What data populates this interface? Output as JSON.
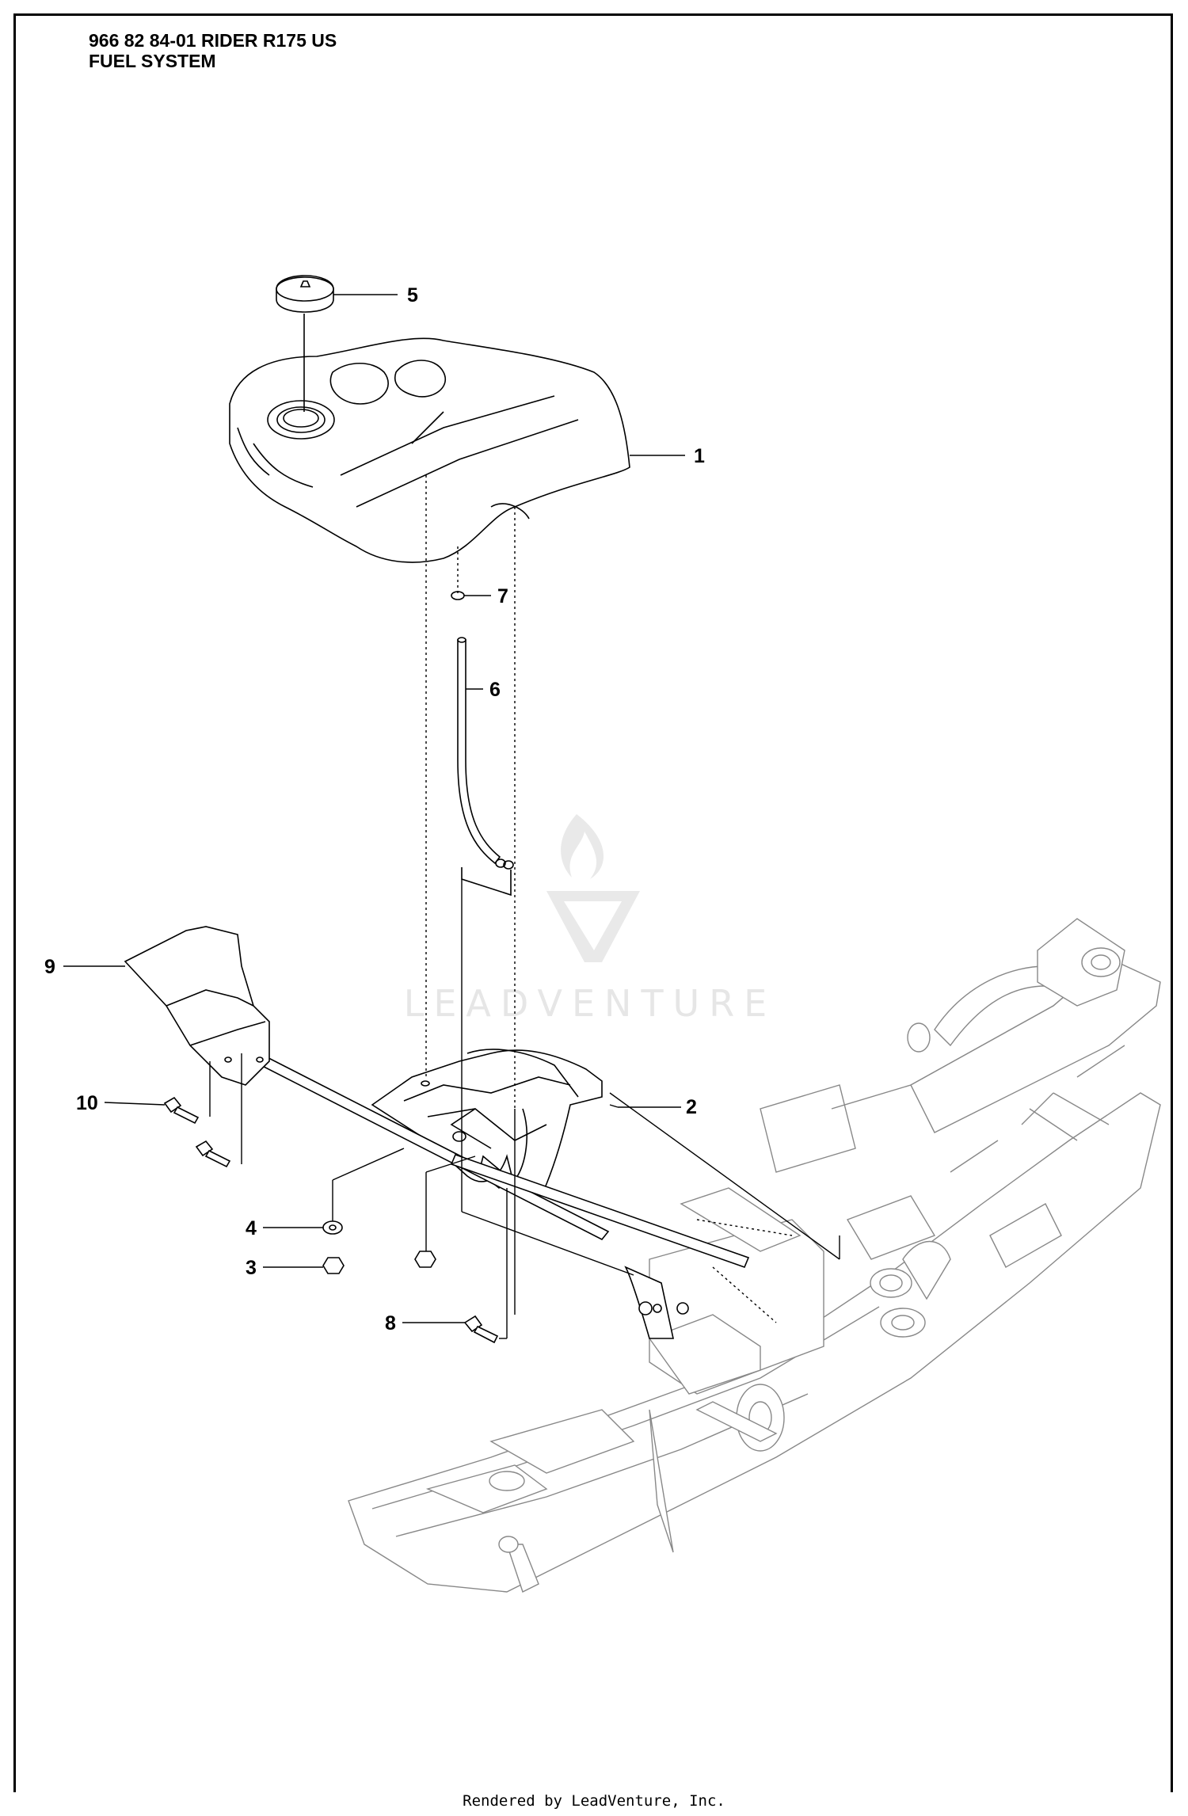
{
  "header": {
    "line1": "966 82 84-01 RIDER R175 US",
    "line2": "FUEL SYSTEM"
  },
  "callouts": [
    "1",
    "2",
    "3",
    "4",
    "5",
    "6",
    "7",
    "8",
    "9",
    "10"
  ],
  "watermark": {
    "text": "LEADVENTURE"
  },
  "footer": {
    "text": "Rendered by LeadVenture, Inc."
  },
  "colors": {
    "line": "#000000",
    "frame_drawing": "#888888",
    "watermark": "#e6e6e6"
  }
}
